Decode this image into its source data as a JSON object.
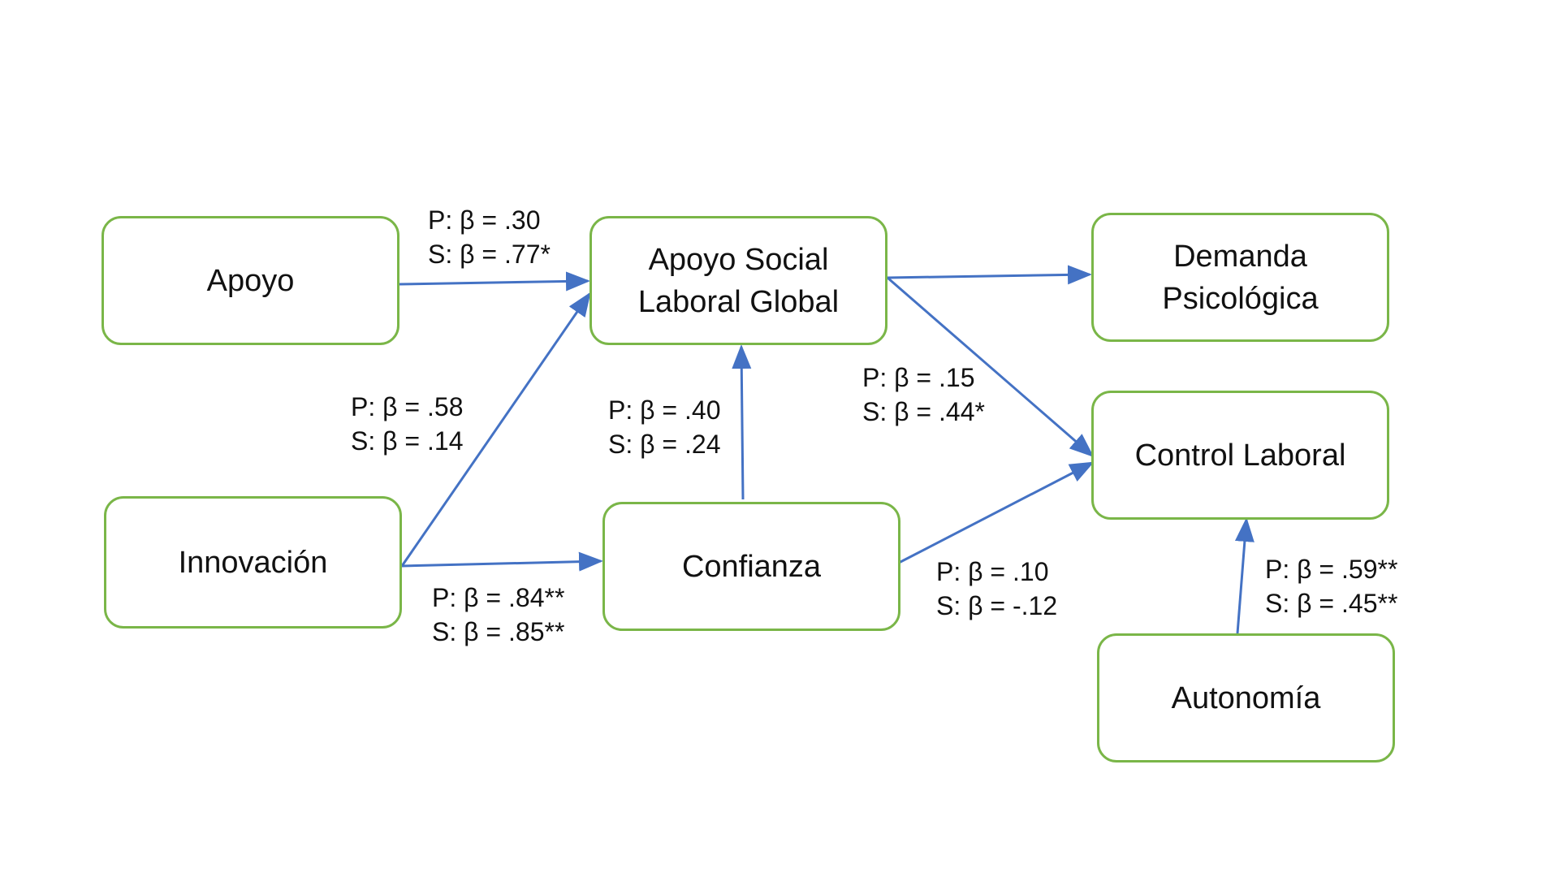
{
  "colors": {
    "node_border": "#7ab648",
    "arrow": "#4472c4"
  },
  "nodes": {
    "apoyo": "Apoyo",
    "apoyo_social": "Apoyo Social\nLaboral Global",
    "demanda": "Demanda\nPsicológica",
    "innovacion": "Innovación",
    "confianza": "Confianza",
    "control": "Control Laboral",
    "autonomia": "Autonomía"
  },
  "edges": {
    "apoyo_to_asg": {
      "p": "P: β = .30",
      "s": "S: β = .77*"
    },
    "innovacion_to_asg": {
      "p": "P: β = .58",
      "s": "S: β = .14"
    },
    "confianza_to_asg": {
      "p": "P: β = .40",
      "s": "S: β = .24"
    },
    "asg_to_control": {
      "p": "P: β = .15",
      "s": "S: β = .44*"
    },
    "innovacion_to_confianza": {
      "p": "P: β = .84**",
      "s": "S: β = .85**"
    },
    "confianza_to_control": {
      "p": "P: β = .10",
      "s": "S: β = -.12"
    },
    "autonomia_to_control": {
      "p": "P: β = .59**",
      "s": "S: β = .45**"
    }
  }
}
